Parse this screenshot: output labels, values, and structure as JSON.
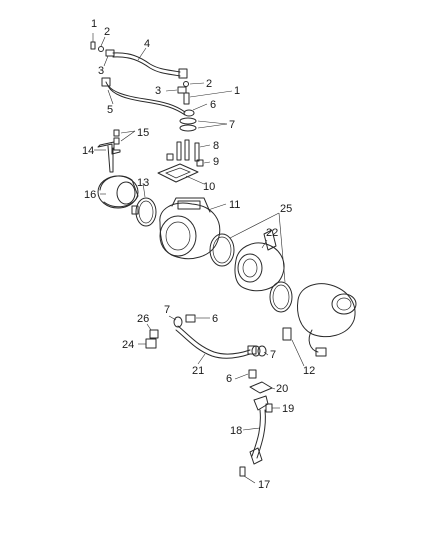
{
  "callouts": [
    {
      "id": "c1a",
      "text": "1"
    },
    {
      "id": "c2a",
      "text": "2"
    },
    {
      "id": "c3a",
      "text": "3"
    },
    {
      "id": "c4",
      "text": "4"
    },
    {
      "id": "c2b",
      "text": "2"
    },
    {
      "id": "c3b",
      "text": "3"
    },
    {
      "id": "c1b",
      "text": "1"
    },
    {
      "id": "c5",
      "text": "5"
    },
    {
      "id": "c6a",
      "text": "6"
    },
    {
      "id": "c7a",
      "text": "7"
    },
    {
      "id": "c15",
      "text": "15"
    },
    {
      "id": "c14",
      "text": "14"
    },
    {
      "id": "c8",
      "text": "8"
    },
    {
      "id": "c9",
      "text": "9"
    },
    {
      "id": "c10",
      "text": "10"
    },
    {
      "id": "c13",
      "text": "13"
    },
    {
      "id": "c16",
      "text": "16"
    },
    {
      "id": "c11",
      "text": "11"
    },
    {
      "id": "c25",
      "text": "25"
    },
    {
      "id": "c22",
      "text": "22"
    },
    {
      "id": "c7b",
      "text": "7"
    },
    {
      "id": "c6b",
      "text": "6"
    },
    {
      "id": "c26",
      "text": "26"
    },
    {
      "id": "c24",
      "text": "24"
    },
    {
      "id": "c7c",
      "text": "7"
    },
    {
      "id": "c21",
      "text": "21"
    },
    {
      "id": "c12",
      "text": "12"
    },
    {
      "id": "c6c",
      "text": "6"
    },
    {
      "id": "c20",
      "text": "20"
    },
    {
      "id": "c19",
      "text": "19"
    },
    {
      "id": "c18",
      "text": "18"
    },
    {
      "id": "c17",
      "text": "17"
    }
  ]
}
